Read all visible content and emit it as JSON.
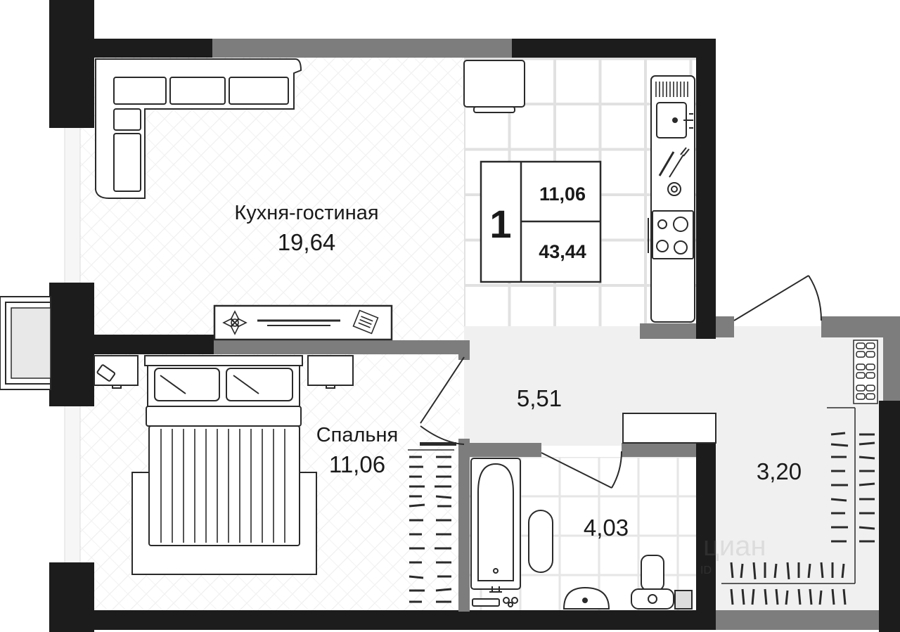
{
  "rooms": {
    "kitchen_living": {
      "name": "Кухня-гостиная",
      "area": "19,64"
    },
    "bedroom": {
      "name": "Спальня",
      "area": "11,06"
    },
    "hallway": {
      "area": "5,51"
    },
    "bathroom": {
      "area": "4,03"
    },
    "wardrobe": {
      "area": "3,20"
    }
  },
  "badge": {
    "rooms_count": "1",
    "living_area": "11,06",
    "total_area": "43,44"
  },
  "watermark": {
    "text": "циан",
    "sub": "ID"
  },
  "colors": {
    "wall": "#1c1c1c",
    "partition": "#7d7d7d",
    "floor_light": "#f4f4f4",
    "hall_floor": "#efefef",
    "tile_line": "#e3e3e3",
    "outline": "#2a2a2a"
  }
}
